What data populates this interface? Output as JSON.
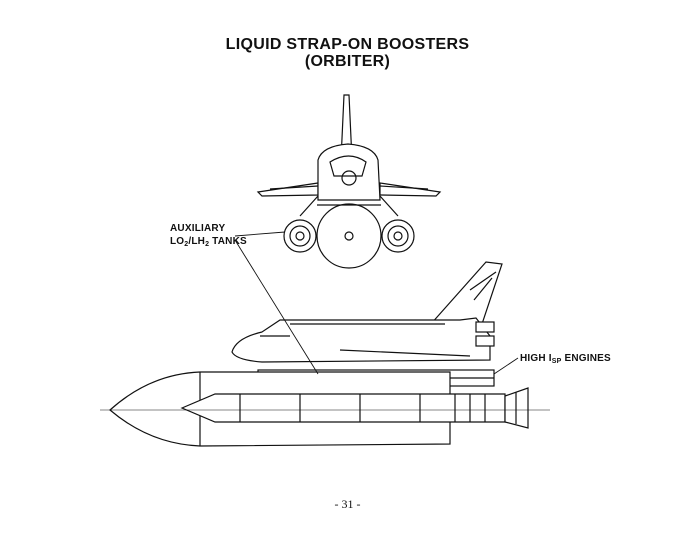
{
  "title": {
    "line1": "LIQUID STRAP-ON BOOSTERS",
    "line2": "(ORBITER)"
  },
  "labels": {
    "aux_line1": "AUXILIARY",
    "aux_line2_a": "LO",
    "aux_line2_sub1": "2",
    "aux_line2_b": "/LH",
    "aux_line2_sub2": "2",
    "aux_line2_c": " TANKS",
    "isp_a": "HIGH I",
    "isp_sub": "SP",
    "isp_b": " ENGINES"
  },
  "page_number": "- 31 -"
}
